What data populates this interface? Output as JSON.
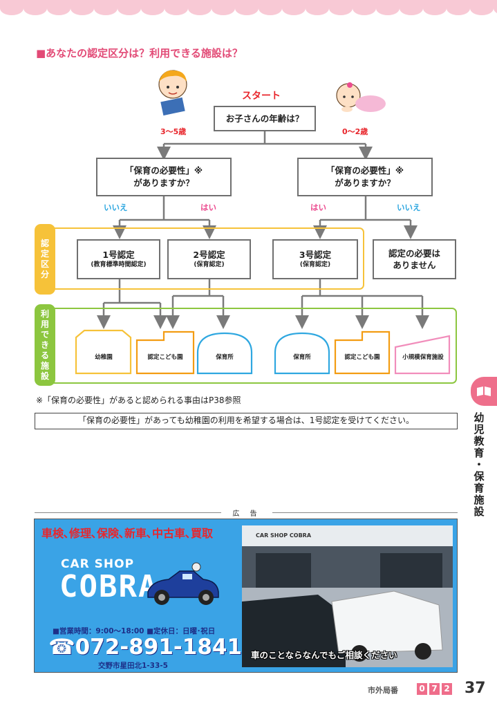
{
  "section_title": "■あなたの認定区分は？利用できる施設は？",
  "flow": {
    "start": "スタート",
    "question_age": "お子さんの年齢は？",
    "age_left": "3～5歳",
    "age_right": "0～2歳",
    "need_question_line1": "「保育の必要性」※",
    "need_question_line2": "がありますか？",
    "answer_no": "いいえ",
    "answer_yes": "はい",
    "cert1_title": "1号認定",
    "cert1_sub": "(教育標準時間認定)",
    "cert2_title": "2号認定",
    "cert2_sub": "(保育認定)",
    "cert3_title": "3号認定",
    "cert3_sub": "(保育認定)",
    "cert_none_line1": "認定の必要は",
    "cert_none_line2": "ありません",
    "side_label_cert": [
      "認",
      "定",
      "区",
      "分"
    ],
    "side_label_facility": [
      "利",
      "用",
      "で",
      "き",
      "る",
      "施",
      "設"
    ],
    "facilities": [
      "幼稚園",
      "認定こども園",
      "保育所",
      "保育所",
      "認定こども園",
      "小規模保育施設"
    ]
  },
  "colors": {
    "accent_pink": "#e24a76",
    "red": "#e8262c",
    "blue": "#2ea7e0",
    "pink_answer": "#ec4c90",
    "green": "#8cc63f",
    "yellow": "#f6c239",
    "ad_blue": "#3aa3e6"
  },
  "note": "※「保育の必要性」があると認められる事由はP38参照",
  "notice": "「保育の必要性」があっても幼稚園の利用を希望する場合は、1号認定を受けてください。",
  "side_tab": {
    "icon": "book-icon",
    "chars": [
      "幼",
      "児",
      "教",
      "育",
      "・",
      "保",
      "育",
      "施",
      "設"
    ]
  },
  "ad": {
    "label": "広 告",
    "slogan": "車検､修理､保険､新車､中古車､買取",
    "logo_line1": "CAR SHOP",
    "logo_line2": "COBRA",
    "hours": "■営業時間：9:00～18:00 ■定休日：日曜･祝日",
    "phone": "☎072-891-1841",
    "address": "交野市星田北1-33-5",
    "photo_sign": "CAR SHOP COBRA",
    "caption": "車のことならなんでもご相談ください"
  },
  "footer": {
    "area_code_label": "市外局番",
    "area_code_digits": [
      "0",
      "7",
      "2"
    ],
    "page_number": "37"
  }
}
